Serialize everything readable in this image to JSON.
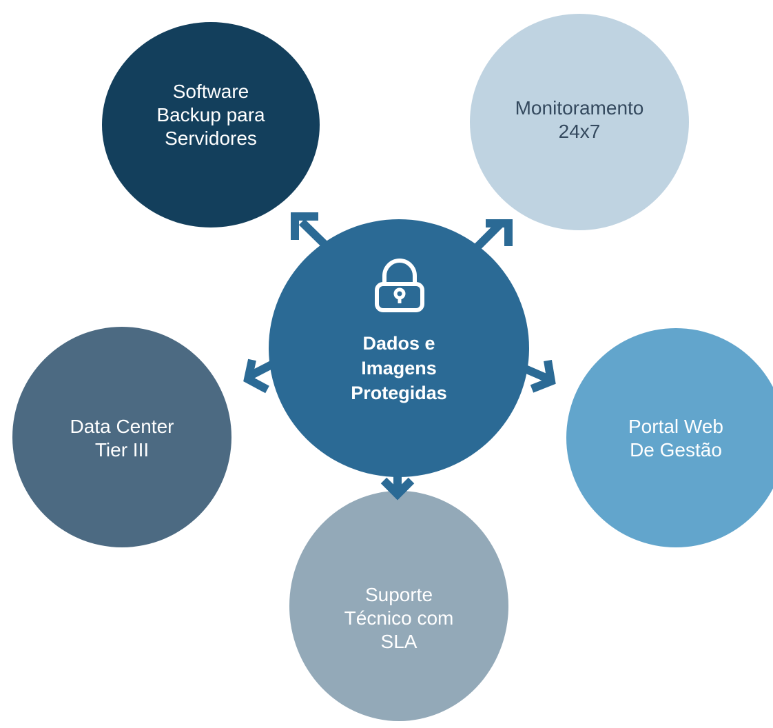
{
  "center": {
    "lines": [
      "Dados e",
      "Imagens",
      "Protegidas"
    ],
    "icon": "lock-icon",
    "color": "#2b6a95"
  },
  "nodes": [
    {
      "id": "software",
      "lines": [
        "Software",
        "Backup para",
        "Servidores"
      ],
      "color": "#133f5c"
    },
    {
      "id": "monitor",
      "lines": [
        "Monitoramento",
        "24x7"
      ],
      "color": "#bfd3e1"
    },
    {
      "id": "datacenter",
      "lines": [
        "Data Center",
        "Tier III"
      ],
      "color": "#4c6a82"
    },
    {
      "id": "portal",
      "lines": [
        "Portal Web",
        "De Gestão"
      ],
      "color": "#62a5cc"
    },
    {
      "id": "suporte",
      "lines": [
        "Suporte",
        "Técnico com",
        "SLA"
      ],
      "color": "#93a9b8"
    }
  ],
  "arrow_color": "#2b6a95"
}
